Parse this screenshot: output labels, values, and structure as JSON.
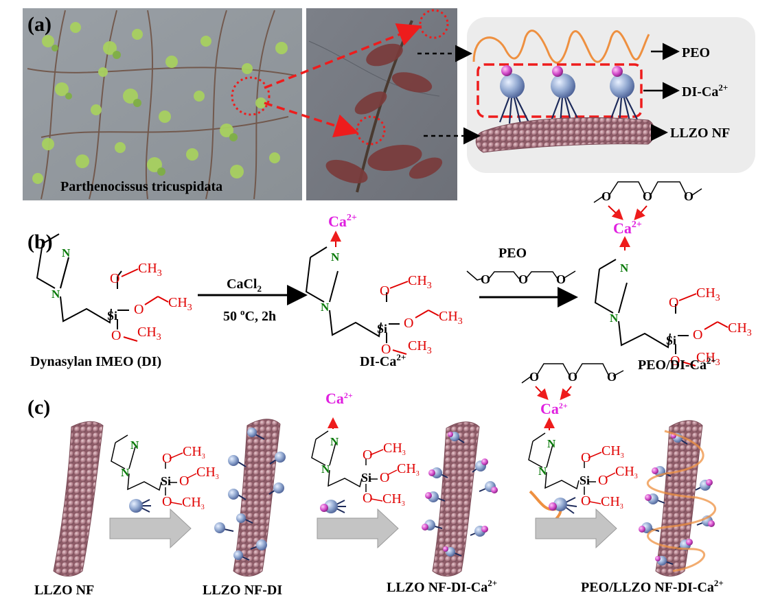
{
  "panels": {
    "a": {
      "label": "(a)",
      "photo_caption": "Parthenocissus tricuspidata",
      "schematic_labels": {
        "peo": "PEO",
        "di_ca": "DI-Ca",
        "llzo": "LLZO NF"
      }
    },
    "b": {
      "label": "(b)",
      "reagent": "CaCl",
      "reagent_sub": "2",
      "condition": "50 ",
      "condition_sup": "o",
      "condition_tail": "C, 2h",
      "peo_reagent": "PEO",
      "compound1": "Dynasylan IMEO (DI)",
      "compound2": "DI-Ca",
      "compound3": "PEO/DI-Ca"
    },
    "c": {
      "label": "(c)",
      "stage1": "LLZO NF",
      "stage2": "LLZO NF-DI",
      "stage3": "LLZO NF-DI-Ca",
      "stage4": "PEO/LLZO NF-DI-Ca"
    }
  },
  "chem": {
    "ca": "Ca",
    "charge": "2+",
    "n": "N",
    "si": "Si",
    "o": "O",
    "ch": "CH",
    "ch_sub": "3"
  },
  "colors": {
    "background_box": "#ececec",
    "nanofiber": "#b07c88",
    "sphere": "#8fa6cf",
    "ca_ion": "#d048c8",
    "peo_chain": "#ee9040",
    "dashed_red": "#ee1c1c",
    "arrow_gray": "#c4c4c4"
  }
}
